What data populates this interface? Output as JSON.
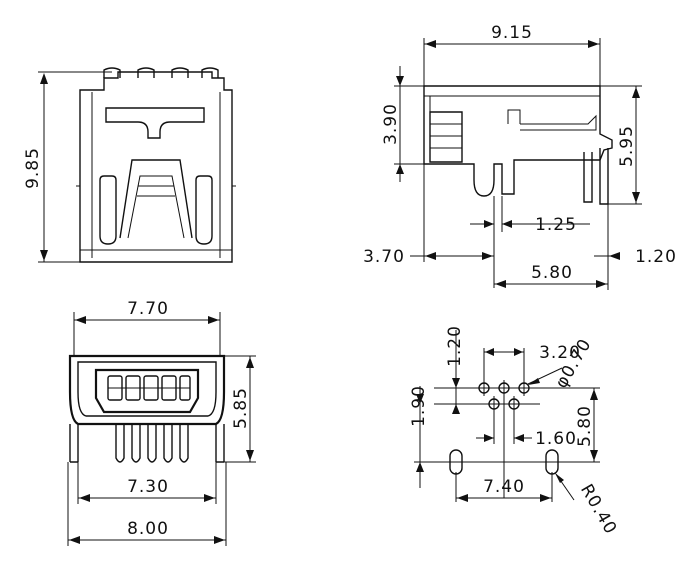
{
  "views": {
    "top": {
      "height_label": "9.85"
    },
    "side": {
      "length_label": "9.15",
      "height_label": "3.90",
      "right_height_label": "5.95",
      "pitch_label": "1.25",
      "left_offset_label": "3.70",
      "right_offset_label": "1.20",
      "span_label": "5.80"
    },
    "front": {
      "top_width_label": "7.70",
      "height_label": "5.85",
      "pin_width_label": "7.30",
      "total_width_label": "8.00"
    },
    "footprint": {
      "row_gap_label": "1.20",
      "pin_span_label": "3.20",
      "hole_diameter_label": "φ0.70",
      "vertical_label": "1.90",
      "right_vertical_label": "5.80",
      "pitch_label": "1.60",
      "mount_span_label": "7.40",
      "radius_label": "R0.40"
    }
  }
}
